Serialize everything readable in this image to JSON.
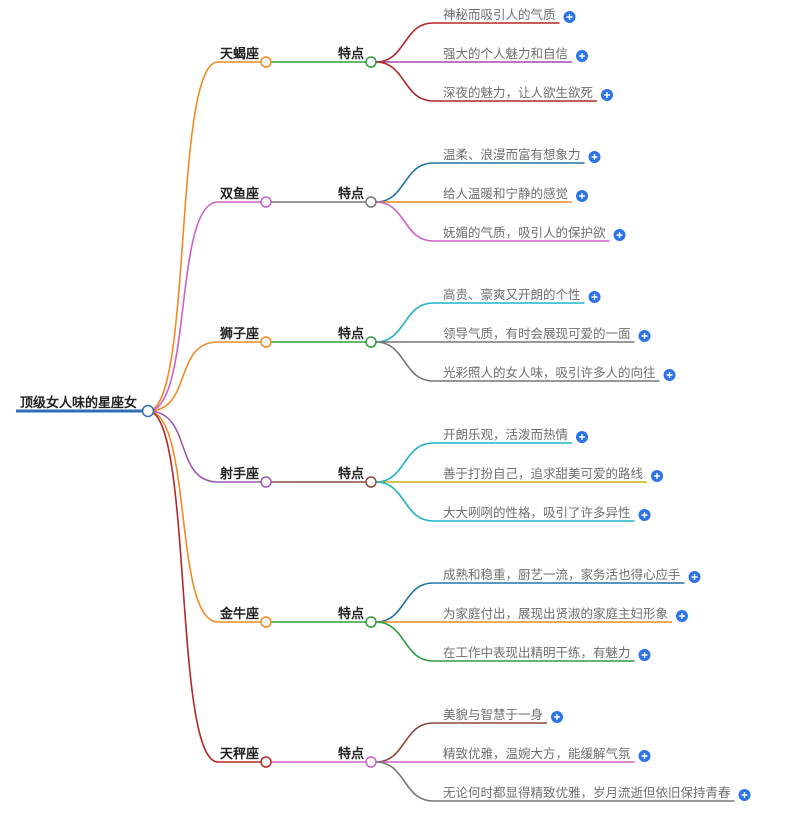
{
  "root": {
    "label": "顶级女人味的星座女",
    "color": "#2d6fb2"
  },
  "signs": [
    {
      "label": "天蝎座",
      "color": "#ef8a25",
      "mid_label": "特点",
      "mid_color": "#2f9e40",
      "traits": [
        {
          "text": "神秘而吸引人的气质",
          "color": "#b42828"
        },
        {
          "text": "强大的个人魅力和自信",
          "color": "#a24aa8"
        },
        {
          "text": "深夜的魅力，让人欲生欲死",
          "color": "#b42828"
        }
      ]
    },
    {
      "label": "双鱼座",
      "color": "#cc62c4",
      "mid_label": "特点",
      "mid_color": "#777777",
      "traits": [
        {
          "text": "温柔、浪漫而富有想象力",
          "color": "#2473a6"
        },
        {
          "text": "给人温暖和宁静的感觉",
          "color": "#ef8a25"
        },
        {
          "text": "妩媚的气质，吸引人的保护欲",
          "color": "#cc62c4"
        }
      ]
    },
    {
      "label": "狮子座",
      "color": "#ef8a25",
      "mid_label": "特点",
      "mid_color": "#2f9e40",
      "traits": [
        {
          "text": "高贵、豪爽又开朗的个性",
          "color": "#1fb3c8"
        },
        {
          "text": "领导气质，有时会展现可爱的一面",
          "color": "#777777"
        },
        {
          "text": "光彩照人的女人味，吸引许多人的向往",
          "color": "#777777"
        }
      ]
    },
    {
      "label": "射手座",
      "color": "#9a5ab0",
      "mid_label": "特点",
      "mid_color": "#8a4a3c",
      "traits": [
        {
          "text": "开朗乐观，活泼而热情",
          "color": "#1fb3c8"
        },
        {
          "text": "善于打扮自己，追求甜美可爱的路线",
          "color": "#c9b11c"
        },
        {
          "text": "大大咧咧的性格，吸引了许多异性",
          "color": "#1fb3c8"
        }
      ]
    },
    {
      "label": "金牛座",
      "color": "#ef8a25",
      "mid_label": "特点",
      "mid_color": "#2f9e40",
      "traits": [
        {
          "text": "成熟和稳重，厨艺一流，家务活也得心应手",
          "color": "#2473a6"
        },
        {
          "text": "为家庭付出，展现出贤淑的家庭主妇形象",
          "color": "#ef8a25"
        },
        {
          "text": "在工作中表现出精明干练，有魅力",
          "color": "#2f9e40"
        }
      ]
    },
    {
      "label": "天秤座",
      "color": "#b42828",
      "mid_label": "特点",
      "mid_color": "#cc62c4",
      "traits": [
        {
          "text": "美貌与智慧于一身",
          "color": "#8a4a3c"
        },
        {
          "text": "精致优雅，温婉大方，能缓解气氛",
          "color": "#cc62c4"
        },
        {
          "text": "无论何时都显得精致优雅，岁月流逝但依旧保持青春",
          "color": "#777777"
        }
      ]
    }
  ],
  "icons": {
    "expand": "plus-circle-icon",
    "collapse": "circle-node-icon"
  },
  "accent_plus": "#2d74e6"
}
